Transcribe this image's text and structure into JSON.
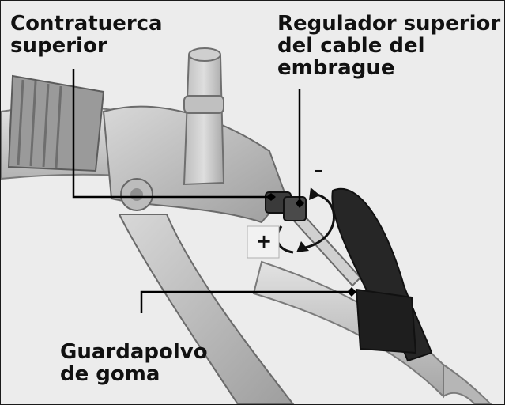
{
  "labels": {
    "upper_locknut": [
      "Contratuerca",
      "superior"
    ],
    "upper_clutch_cable_adjuster": [
      "Regulador superior",
      "del cable del",
      "embrague"
    ],
    "rubber_dust_cover": [
      "Guardapolvo",
      "de goma"
    ]
  },
  "signs": {
    "minus": "–",
    "plus": "+"
  },
  "colors": {
    "background": "#ececec",
    "frame": "#1a1a1a",
    "text": "#111111",
    "metal_light": "#d4d4d4",
    "metal_mid": "#b8b8b8",
    "metal_dark": "#8a8a8a",
    "rubber": "#222222"
  }
}
